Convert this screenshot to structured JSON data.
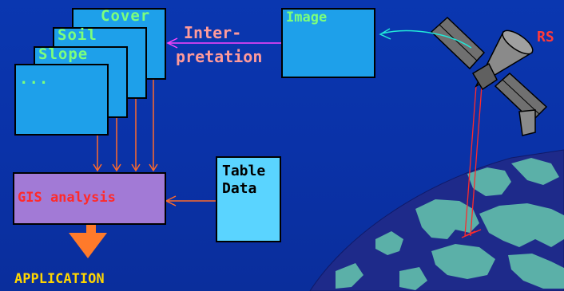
{
  "layers": {
    "cover": "Cover",
    "soil": "Soil",
    "slope": "Slope",
    "more": "..."
  },
  "interpretation": {
    "line1": "Inter-",
    "line2": "pretation"
  },
  "image_label": "Image",
  "rs_label": "RS",
  "table_data": {
    "line1": "Table",
    "line2": "Data"
  },
  "gis_label": "GIS analysis",
  "application_label": "APPLICATION",
  "colors": {
    "background": "#0a32a8",
    "layer_fill": "#1ea0ea",
    "layer_text": "#7cff7c",
    "gis_fill": "#a27ad6",
    "gis_text": "#ff2a2a",
    "arrow_orange": "#ff6a2a",
    "interp_text": "#ff9a9a",
    "interp_arrow": "#ff44ff",
    "image_arrow": "#22e8d8",
    "table_fill": "#5ad4ff",
    "earth_ocean": "#1e2a8a",
    "earth_land": "#5bb0a8",
    "application_text": "#ffd600"
  }
}
